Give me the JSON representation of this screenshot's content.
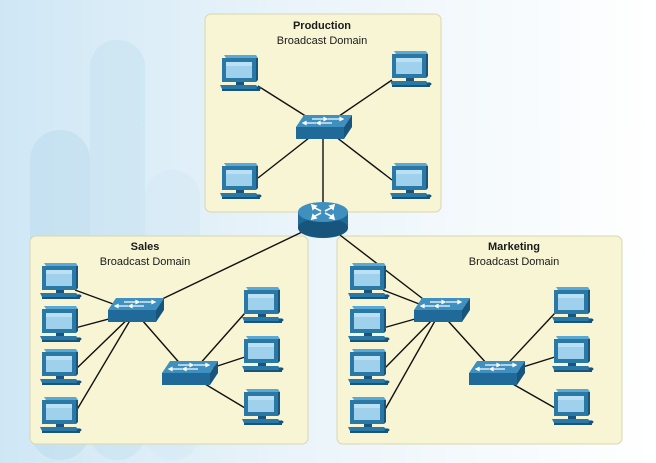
{
  "domains": {
    "production": {
      "name": "Production",
      "subtitle": "Broadcast Domain"
    },
    "sales": {
      "name": "Sales",
      "subtitle": "Broadcast Domain"
    },
    "marketing": {
      "name": "Marketing",
      "subtitle": "Broadcast Domain"
    }
  },
  "colors": {
    "box_fill": "#f7f5d4",
    "device_blue": "#2a78a6",
    "device_dark": "#17557d",
    "background_blue": "#cfe7f5"
  },
  "icons": {
    "computer": "computer-icon",
    "switch": "switch-icon",
    "router": "router-icon"
  }
}
